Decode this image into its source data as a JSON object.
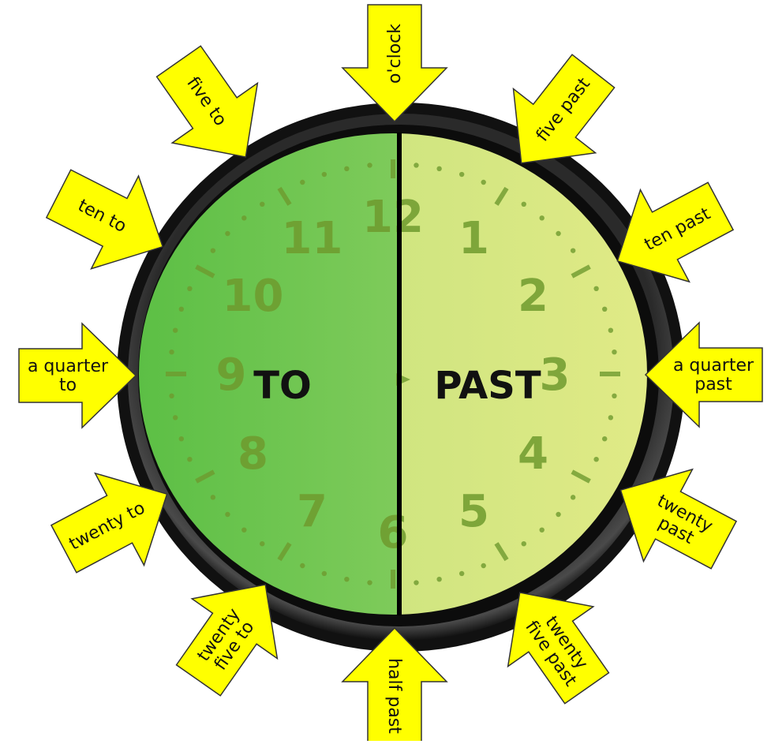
{
  "clock": {
    "numbers": [
      "12",
      "1",
      "2",
      "3",
      "4",
      "5",
      "6",
      "7",
      "8",
      "9",
      "10",
      "11"
    ],
    "left_half_label": "TO",
    "right_half_label": "PAST",
    "colors": {
      "to_half": "#7acb5a",
      "past_half": "#d4e67e",
      "arrow_fill": "#ffff00",
      "rim": "#1a1a1a"
    }
  },
  "arrows": [
    {
      "lines": [
        "o'clock"
      ]
    },
    {
      "lines": [
        "five past"
      ]
    },
    {
      "lines": [
        "ten past"
      ]
    },
    {
      "lines": [
        "a quarter",
        "past"
      ]
    },
    {
      "lines": [
        "twenty",
        "past"
      ]
    },
    {
      "lines": [
        "twenty",
        "five past"
      ]
    },
    {
      "lines": [
        "half past"
      ]
    },
    {
      "lines": [
        "twenty",
        "five to"
      ]
    },
    {
      "lines": [
        "twenty to"
      ]
    },
    {
      "lines": [
        "a quarter",
        "to"
      ]
    },
    {
      "lines": [
        "ten to"
      ]
    },
    {
      "lines": [
        "five to"
      ]
    }
  ]
}
